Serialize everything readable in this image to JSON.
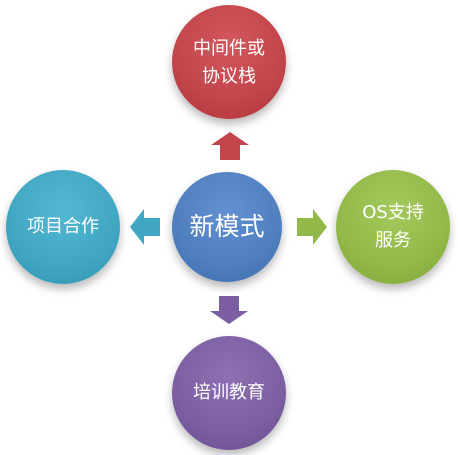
{
  "diagram": {
    "center": {
      "label": "新模式",
      "color": "#4f7fbf"
    },
    "nodes": {
      "top": {
        "label": "中间件或\n协议栈",
        "color": "#c1454b"
      },
      "right": {
        "label": "OS支持\n服务",
        "color": "#93b84a"
      },
      "bottom": {
        "label": "培训教育",
        "color": "#7b5fa1"
      },
      "left": {
        "label": "项目合作",
        "color": "#40a6c2"
      }
    }
  }
}
